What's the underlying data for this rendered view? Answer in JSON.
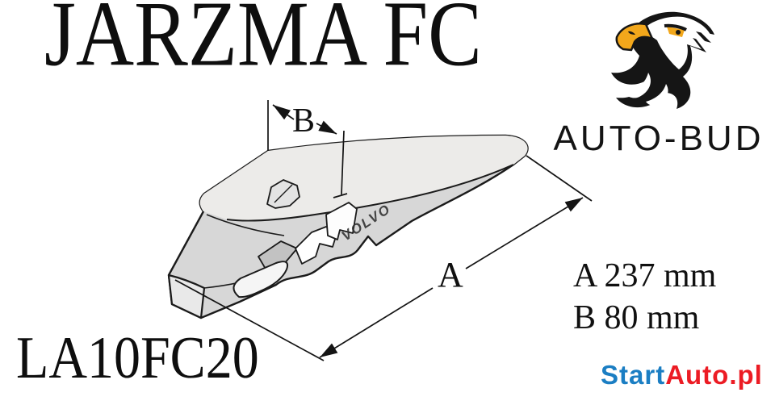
{
  "title": "JARZMA FC",
  "brand": {
    "name": "AUTO-BUD",
    "logo": "eagle-head-icon"
  },
  "product": {
    "code": "LA10FC20"
  },
  "drawing": {
    "embossed_text": "VOLVO",
    "label_a": "A",
    "label_b": "B"
  },
  "specs": {
    "rows": [
      {
        "label": "A",
        "value": "237",
        "unit": "mm",
        "text": "A 237 mm"
      },
      {
        "label": "B",
        "value": "80",
        "unit": "mm",
        "text": "B 80 mm"
      }
    ]
  },
  "watermark": {
    "text": "StartAuto.pl",
    "segments": [
      {
        "text": "Start",
        "color": "#1b7ec3"
      },
      {
        "text": "Auto.pl",
        "color": "#ec1c24"
      }
    ]
  },
  "colors": {
    "background": "#ffffff",
    "ink": "#111111",
    "part_side": "#d7d7d7",
    "part_top": "#ecebe9",
    "beak_yellow": "#f2a71b"
  }
}
